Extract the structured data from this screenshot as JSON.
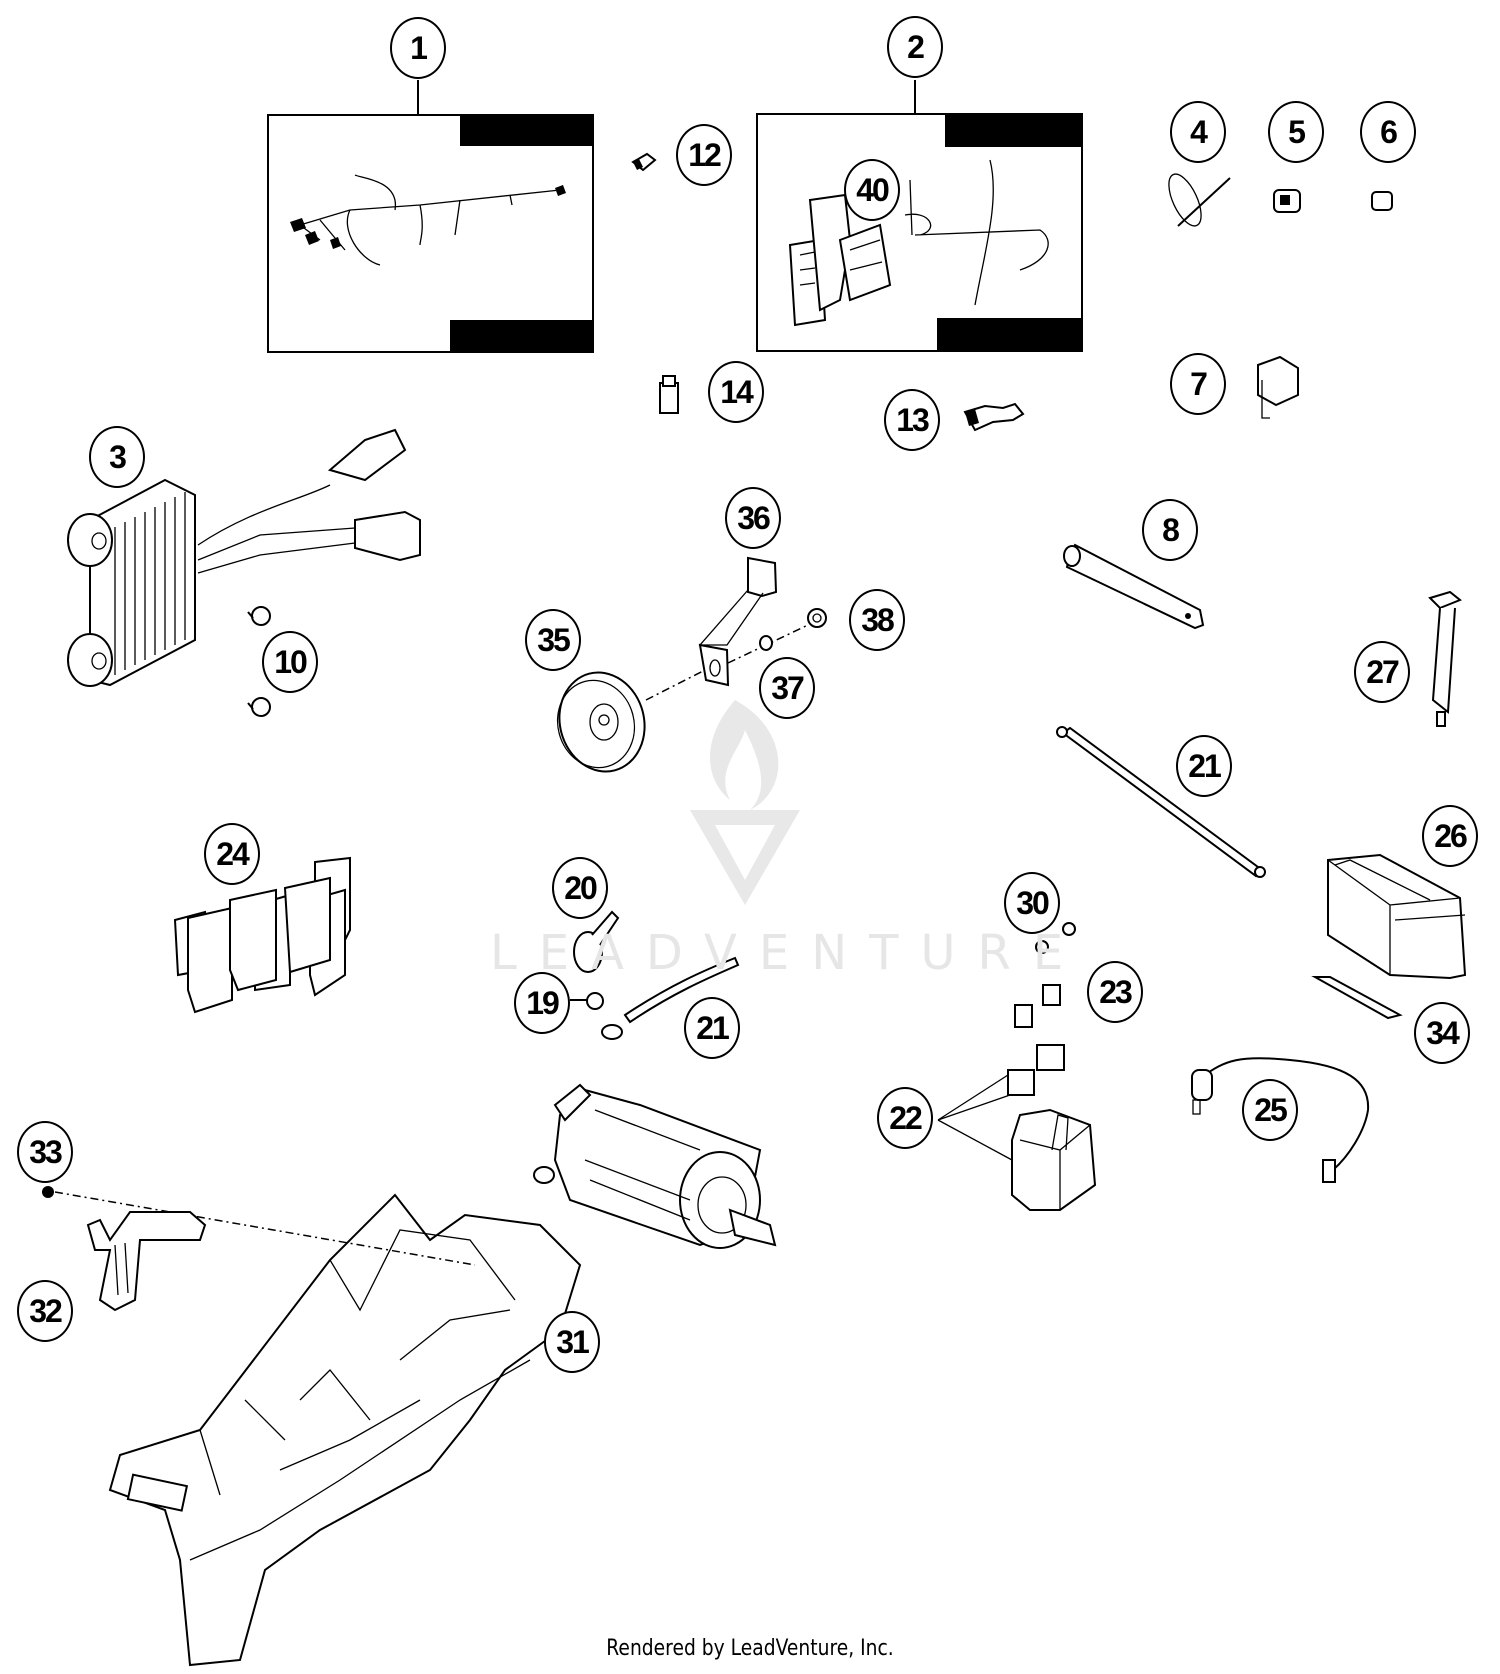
{
  "diagram": {
    "title": "Wiring Harness / Electrical Parts Diagram",
    "callouts": [
      {
        "id": "c1",
        "label": "1",
        "part": "main-wiring-harness"
      },
      {
        "id": "c2",
        "label": "2",
        "part": "sub-wiring-harness"
      },
      {
        "id": "c3",
        "label": "3",
        "part": "voltage-regulator"
      },
      {
        "id": "c4",
        "label": "4",
        "part": "cable-tie"
      },
      {
        "id": "c5",
        "label": "5",
        "part": "clip"
      },
      {
        "id": "c6",
        "label": "6",
        "part": "clip-small"
      },
      {
        "id": "c7",
        "label": "7",
        "part": "relay"
      },
      {
        "id": "c8",
        "label": "8",
        "part": "ground-strap"
      },
      {
        "id": "c10",
        "label": "10",
        "part": "screw"
      },
      {
        "id": "c12",
        "label": "12",
        "part": "bulb"
      },
      {
        "id": "c13",
        "label": "13",
        "part": "connector"
      },
      {
        "id": "c14",
        "label": "14",
        "part": "plug-connector"
      },
      {
        "id": "c19",
        "label": "19",
        "part": "nut"
      },
      {
        "id": "c20",
        "label": "20",
        "part": "terminal-cap"
      },
      {
        "id": "c21a",
        "label": "21",
        "part": "starter-cable"
      },
      {
        "id": "c21b",
        "label": "21",
        "part": "ground-cable"
      },
      {
        "id": "c22",
        "label": "22",
        "part": "starter-relay"
      },
      {
        "id": "c23",
        "label": "23",
        "part": "fuse"
      },
      {
        "id": "c24",
        "label": "24",
        "part": "fuse-box"
      },
      {
        "id": "c25",
        "label": "25",
        "part": "battery-cable"
      },
      {
        "id": "c26",
        "label": "26",
        "part": "battery"
      },
      {
        "id": "c27",
        "label": "27",
        "part": "fuse-puller"
      },
      {
        "id": "c30",
        "label": "30",
        "part": "battery-screw"
      },
      {
        "id": "c31",
        "label": "31",
        "part": "battery-holder"
      },
      {
        "id": "c32",
        "label": "32",
        "part": "holder-bracket"
      },
      {
        "id": "c33",
        "label": "33",
        "part": "rivet"
      },
      {
        "id": "c34",
        "label": "34",
        "part": "battery-pad"
      },
      {
        "id": "c35",
        "label": "35",
        "part": "horn"
      },
      {
        "id": "c36",
        "label": "36",
        "part": "horn-bracket"
      },
      {
        "id": "c37",
        "label": "37",
        "part": "washer"
      },
      {
        "id": "c38",
        "label": "38",
        "part": "nut"
      },
      {
        "id": "c40",
        "label": "40",
        "part": "ignition-switch"
      }
    ]
  },
  "watermark": {
    "text": "LEADVENTURE"
  },
  "footer": {
    "text": "Rendered by LeadVenture, Inc."
  }
}
